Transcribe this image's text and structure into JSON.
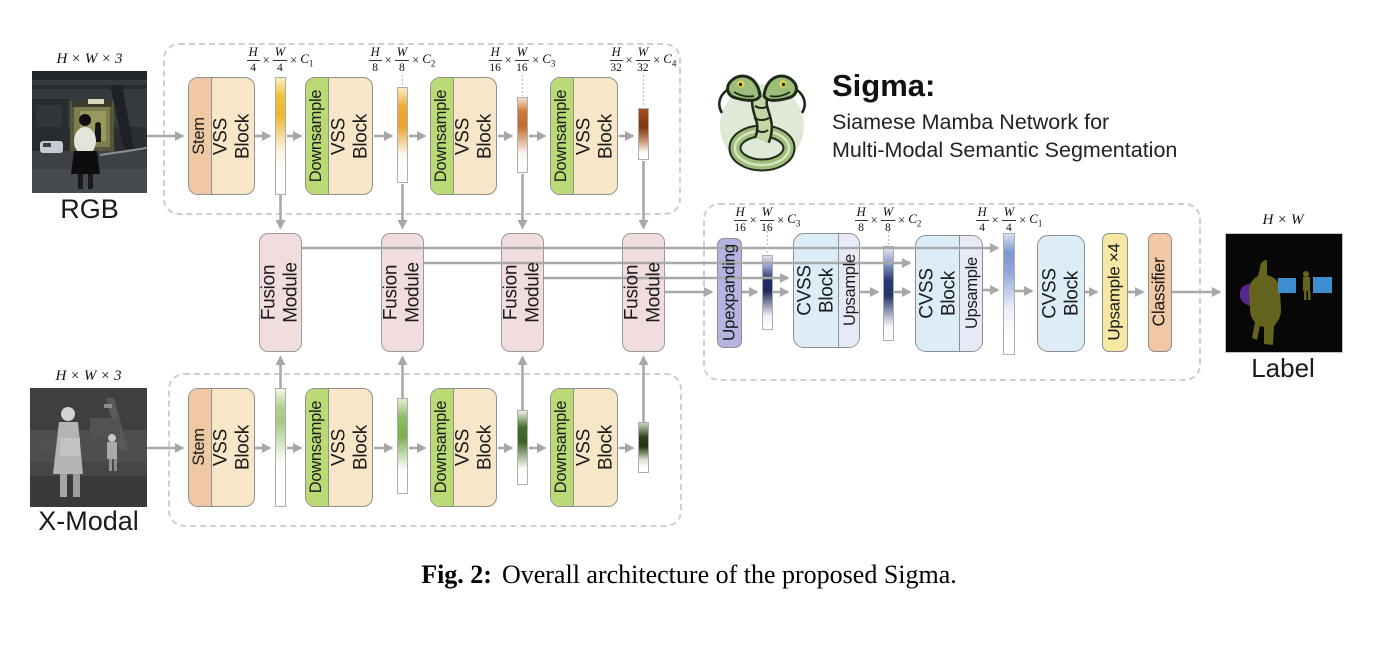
{
  "symbols": {
    "times": "×"
  },
  "brand": {
    "title": "Sigma:",
    "subtitle1": "Siamese Mamba Network for",
    "subtitle2": "Multi-Modal Semantic Segmentation"
  },
  "caption": {
    "prefix": "Fig. 2:",
    "text": "Overall architecture of the proposed Sigma."
  },
  "io": {
    "rgb": {
      "dims": "H × W × 3",
      "label": "RGB"
    },
    "xmodal": {
      "dims": "H × W × 3",
      "label": "X-Modal"
    },
    "output": {
      "dims": "H × W",
      "label": "Label"
    }
  },
  "encoder_top": {
    "stages": [
      {
        "head": "Stem",
        "body": "VSS Block"
      },
      {
        "head": "Downsample",
        "body": "VSS Block"
      },
      {
        "head": "Downsample",
        "body": "VSS Block"
      },
      {
        "head": "Downsample",
        "body": "VSS Block"
      }
    ],
    "dims": [
      {
        "n1": "H",
        "d1": "4",
        "n2": "W",
        "d2": "4",
        "c": "C",
        "sub": "1"
      },
      {
        "n1": "H",
        "d1": "8",
        "n2": "W",
        "d2": "8",
        "c": "C",
        "sub": "2"
      },
      {
        "n1": "H",
        "d1": "16",
        "n2": "W",
        "d2": "16",
        "c": "C",
        "sub": "3"
      },
      {
        "n1": "H",
        "d1": "32",
        "n2": "W",
        "d2": "32",
        "c": "C",
        "sub": "4"
      }
    ]
  },
  "encoder_bottom": {
    "stages": [
      {
        "head": "Stem",
        "body": "VSS Block"
      },
      {
        "head": "Downsample",
        "body": "VSS Block"
      },
      {
        "head": "Downsample",
        "body": "VSS Block"
      },
      {
        "head": "Downsample",
        "body": "VSS Block"
      }
    ]
  },
  "fusion": {
    "label": "Fusion Module"
  },
  "decoder": {
    "upexpanding": "Upexpanding",
    "cvss": "CVSS Block",
    "upsample": "Upsample",
    "upsample4": "Upsample ×4",
    "classifier": "Classifier",
    "dims": [
      {
        "n1": "H",
        "d1": "16",
        "n2": "W",
        "d2": "16",
        "c": "C",
        "sub": "3"
      },
      {
        "n1": "H",
        "d1": "8",
        "n2": "W",
        "d2": "8",
        "c": "C",
        "sub": "2"
      },
      {
        "n1": "H",
        "d1": "4",
        "n2": "W",
        "d2": "4",
        "c": "C",
        "sub": "1"
      }
    ]
  },
  "colors": {
    "stem": "#eec9a4",
    "vss_block": "#f8e6c8",
    "downsample": "#b9da75",
    "fusion_module": "#f1dddd",
    "upexpanding": "#b4b4e2",
    "cvss_block": "#ddedf7",
    "upsample_strip": "#e6eaf6",
    "upsample4": "#f6e8a2",
    "classifier": "#f2c8a4",
    "arrow": "#a8a8a8"
  }
}
